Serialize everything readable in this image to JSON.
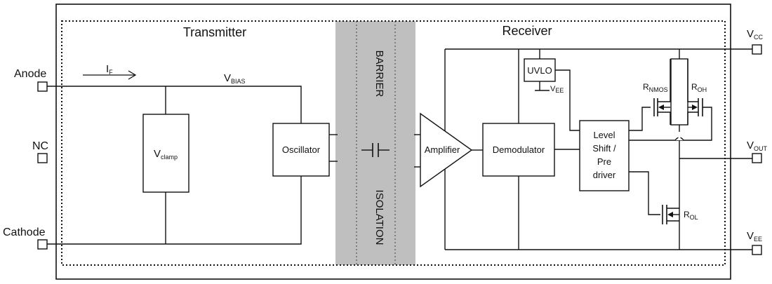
{
  "sections": {
    "transmitter": "Transmitter",
    "receiver": "Receiver",
    "barrier_top": "BARRIER",
    "barrier_bottom": "ISOLATION"
  },
  "pins": {
    "anode": "Anode",
    "nc": "NC",
    "cathode": "Cathode",
    "vcc_main": "V",
    "vcc_sub": "CC",
    "vout_main": "V",
    "vout_sub": "OUT",
    "vee_main": "V",
    "vee_sub": "EE"
  },
  "signals": {
    "if_main": "I",
    "if_sub": "F",
    "vbias_main": "V",
    "vbias_sub": "BIAS",
    "uvlo_vee_main": "V",
    "uvlo_vee_sub": "EE"
  },
  "blocks": {
    "vclamp_main": "V",
    "vclamp_sub": "clamp",
    "oscillator": "Oscillator",
    "amplifier": "Amplifier",
    "demodulator": "Demodulator",
    "uvlo": "UVLO",
    "level_shift_line1": "Level",
    "level_shift_line2": "Shift /",
    "level_shift_line3": "Pre",
    "level_shift_line4": "driver"
  },
  "transistors": {
    "rnmos_main": "R",
    "rnmos_sub": "NMOS",
    "roh_main": "R",
    "roh_sub": "OH",
    "rol_main": "R",
    "rol_sub": "OL"
  },
  "colors": {
    "line": "#111111",
    "barrier_fill": "#bfbfbf",
    "background": "#ffffff"
  }
}
